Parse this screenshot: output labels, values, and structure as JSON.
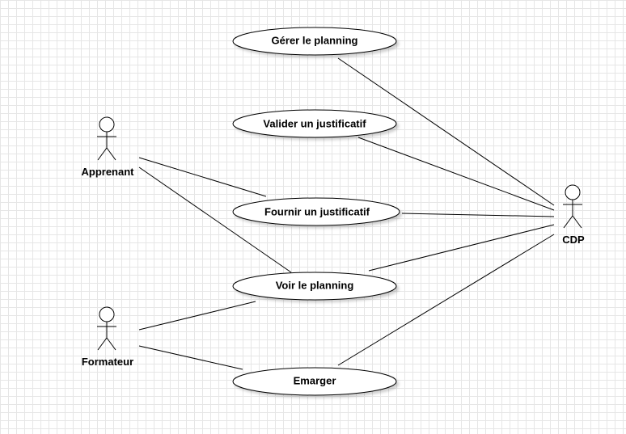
{
  "diagram": {
    "actors": [
      {
        "id": "apprenant",
        "label": "Apprenant"
      },
      {
        "id": "formateur",
        "label": "Formateur"
      },
      {
        "id": "cdp",
        "label": "CDP"
      }
    ],
    "use_cases": [
      {
        "id": "gerer",
        "label": "Gérer le planning"
      },
      {
        "id": "valider",
        "label": "Valider un justificatif"
      },
      {
        "id": "fournir",
        "label": "Fournir un justificatif"
      },
      {
        "id": "voir",
        "label": "Voir le planning"
      },
      {
        "id": "emarger",
        "label": "Emarger"
      }
    ],
    "associations": [
      {
        "from": "apprenant",
        "to": "fournir"
      },
      {
        "from": "apprenant",
        "to": "voir"
      },
      {
        "from": "formateur",
        "to": "voir"
      },
      {
        "from": "formateur",
        "to": "emarger"
      },
      {
        "from": "cdp",
        "to": "gerer"
      },
      {
        "from": "cdp",
        "to": "valider"
      },
      {
        "from": "cdp",
        "to": "fournir"
      },
      {
        "from": "cdp",
        "to": "voir"
      },
      {
        "from": "cdp",
        "to": "emarger"
      }
    ]
  }
}
